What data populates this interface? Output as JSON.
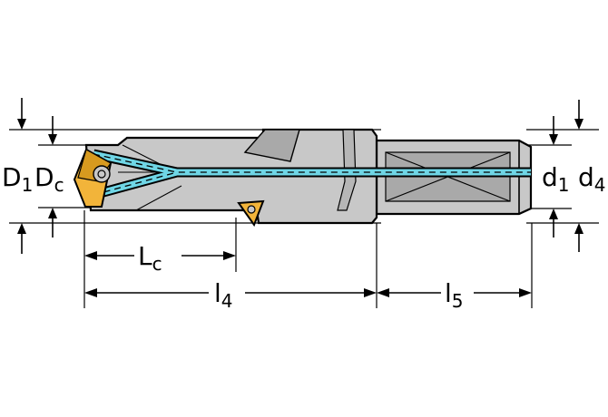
{
  "colors": {
    "body": "#c8c8c8",
    "body_dark": "#a9a9a9",
    "insert": "#f2b43a",
    "insert_dark": "#d79a1f",
    "coolant": "#6fd6e6",
    "outline": "#000000"
  },
  "labels": {
    "D1": "D",
    "D1_sub": "1",
    "Dc": "D",
    "Dc_sub": "c",
    "d1": "d",
    "d1_sub": "1",
    "d4": "d",
    "d4_sub": "4",
    "Lc": "L",
    "Lc_sub": "c",
    "l4": "l",
    "l4_sub": "4",
    "l5": "l",
    "l5_sub": "5"
  }
}
